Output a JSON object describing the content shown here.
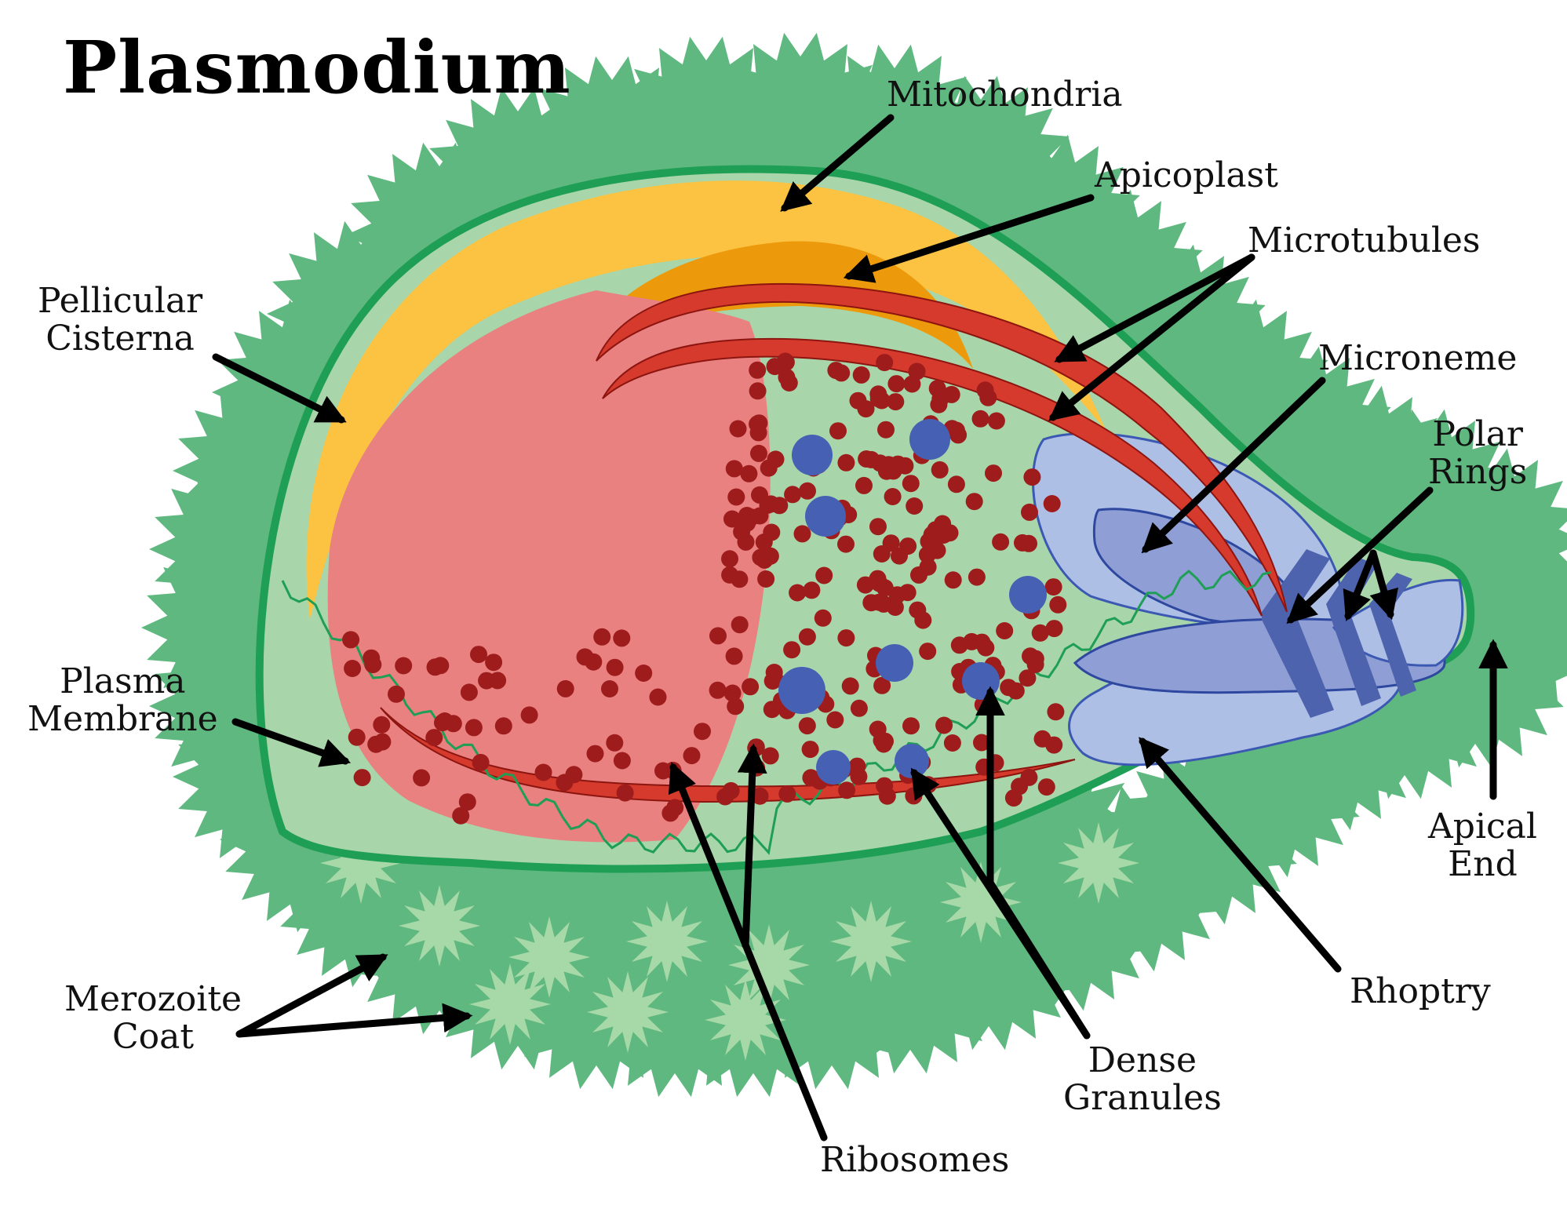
{
  "title": "Plasmodium",
  "labels": {
    "mitochondria": "Mitochondria",
    "apicoplast": "Apicoplast",
    "microtubules": "Microtubules",
    "microneme": "Microneme",
    "polar_rings": [
      "Polar",
      "Rings"
    ],
    "pellicular_cisterna": [
      "Pellicular",
      "Cisterna"
    ],
    "plasma_membrane": [
      "Plasma",
      "Membrane"
    ],
    "apical_end": [
      "Apical",
      "End"
    ],
    "rhoptry": "Rhoptry",
    "merozoite_coat": [
      "Merozoite",
      "Coat"
    ],
    "dense_granules": [
      "Dense",
      "Granules"
    ],
    "ribosomes": "Ribosomes"
  },
  "colors": {
    "coat": "#5fb87f",
    "coat_light": "#a7d8a8",
    "membrane": "#1f9e55",
    "cytoplasm": "#a8d5a9",
    "mitochondria": "#fcc342",
    "apicoplast": "#ec9a0c",
    "nucleus": "#e88180",
    "microtubule": "#d63a2c",
    "ribosome": "#9e1c1c",
    "dense_granule": "#4660b4",
    "rhoptry": "#aebfe6",
    "microneme": "#8f9ed4",
    "polar_ring": "#4d63ad"
  }
}
